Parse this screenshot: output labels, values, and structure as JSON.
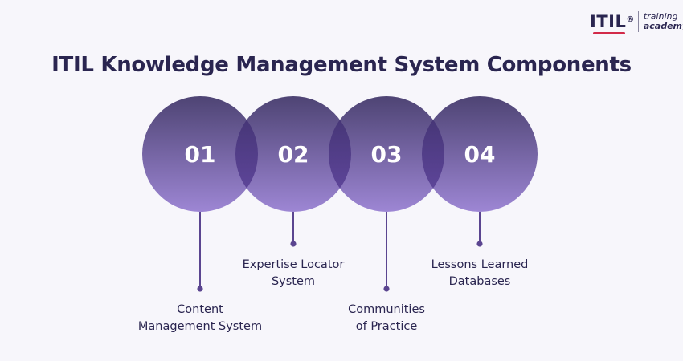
{
  "logo": {
    "brand": "ITIL",
    "reg_mark": "®",
    "line1": "training",
    "line2": "academy"
  },
  "title": "ITIL Knowledge Management System Components",
  "colors": {
    "circle_top": "#4e4474",
    "circle_bottom": "#9d86d4",
    "overlap": "#5b3f9c",
    "connector": "#5b4590",
    "number": "#ffffff",
    "text": "#2a2550"
  },
  "components": [
    {
      "number": "01",
      "label_lines": [
        "Content",
        "Management System"
      ],
      "label_position": "low"
    },
    {
      "number": "02",
      "label_lines": [
        "Expertise Locator",
        "System"
      ],
      "label_position": "high"
    },
    {
      "number": "03",
      "label_lines": [
        "Communities",
        "of Practice"
      ],
      "label_position": "low"
    },
    {
      "number": "04",
      "label_lines": [
        "Lessons Learned",
        "Databases"
      ],
      "label_position": "high"
    }
  ]
}
